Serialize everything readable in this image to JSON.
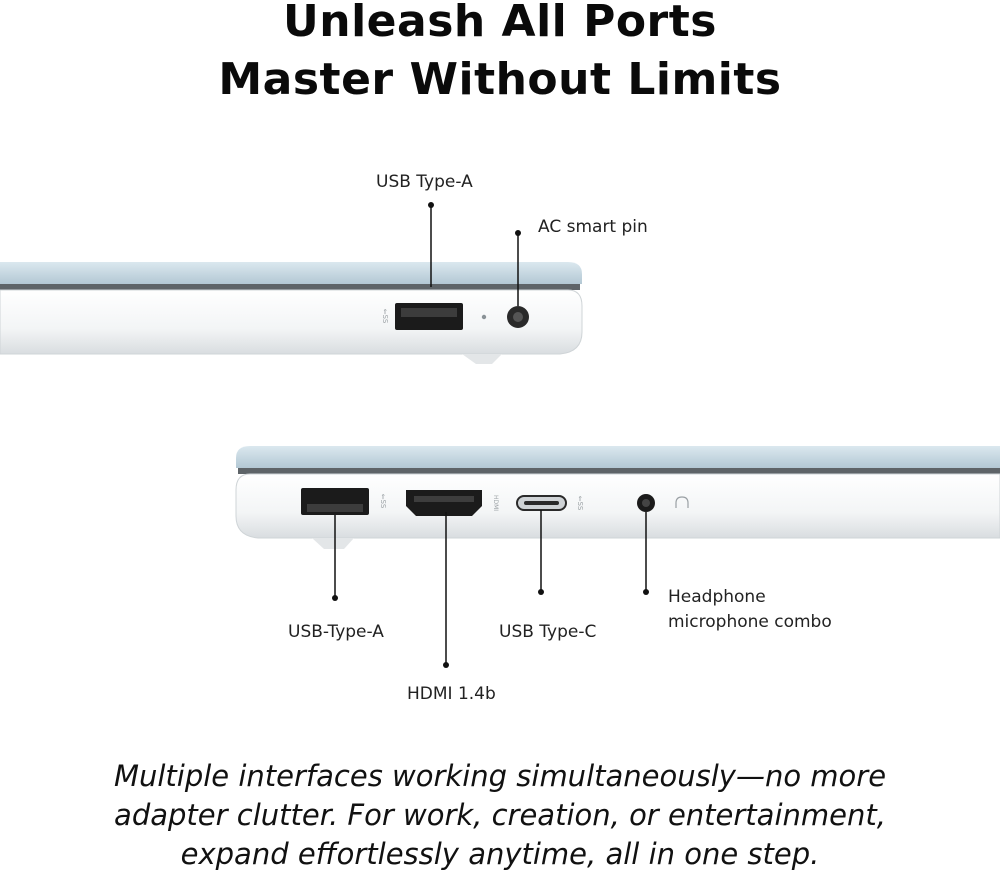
{
  "headline": {
    "line1": "Unleash All Ports",
    "line2": "Master Without Limits"
  },
  "right_side_ports": {
    "usb_a": "USB Type-A",
    "ac_pin": "AC smart pin"
  },
  "left_side_ports": {
    "usb_a": "USB-Type-A",
    "hdmi": "HDMI 1.4b",
    "usb_c": "USB Type-C",
    "audio_line1": "Headphone",
    "audio_line2": "microphone combo"
  },
  "tagline": {
    "line1": "Multiple interfaces working simultaneously—no more",
    "line2": "adapter clutter. For work, creation, or entertainment,",
    "line3": "expand effortlessly anytime, all in one step."
  },
  "colors": {
    "lid": "#c9dbe5",
    "base": "#f4f6f7",
    "port": "#1b1b1b"
  }
}
